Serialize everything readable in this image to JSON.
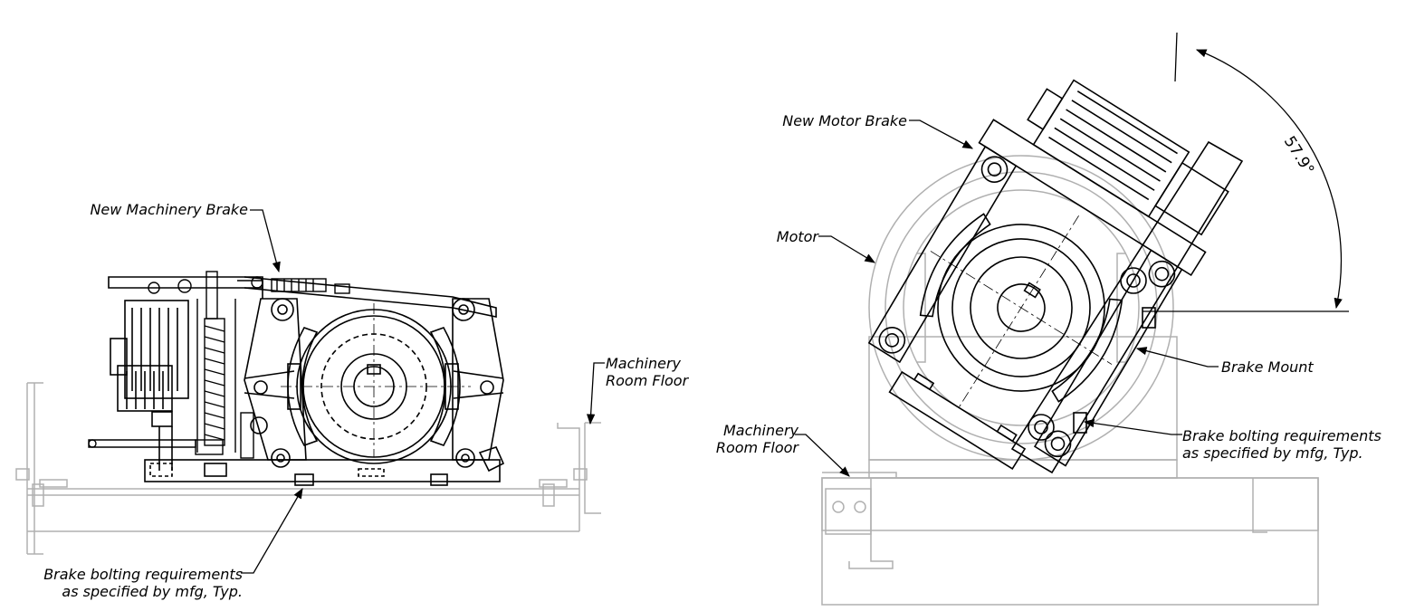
{
  "left_view": {
    "label_new_machinery_brake": "New Machinery Brake",
    "label_floor_line1": "Machinery",
    "label_floor_line2": "Room Floor",
    "label_bolting_line1": "Brake bolting requirements",
    "label_bolting_line2": "as specified by mfg, Typ."
  },
  "right_view": {
    "label_new_motor_brake": "New Motor Brake",
    "label_motor": "Motor",
    "label_brake_mount": "Brake Mount",
    "label_floor_line1": "Machinery",
    "label_floor_line2": "Room Floor",
    "label_bolting_line1": "Brake bolting requirements",
    "label_bolting_line2": "as specified by mfg, Typ.",
    "angle_dimension": "57.9°"
  },
  "colors": {
    "new_equipment": "#000000",
    "existing_equipment": "#b0b0b0",
    "background": "#ffffff"
  }
}
